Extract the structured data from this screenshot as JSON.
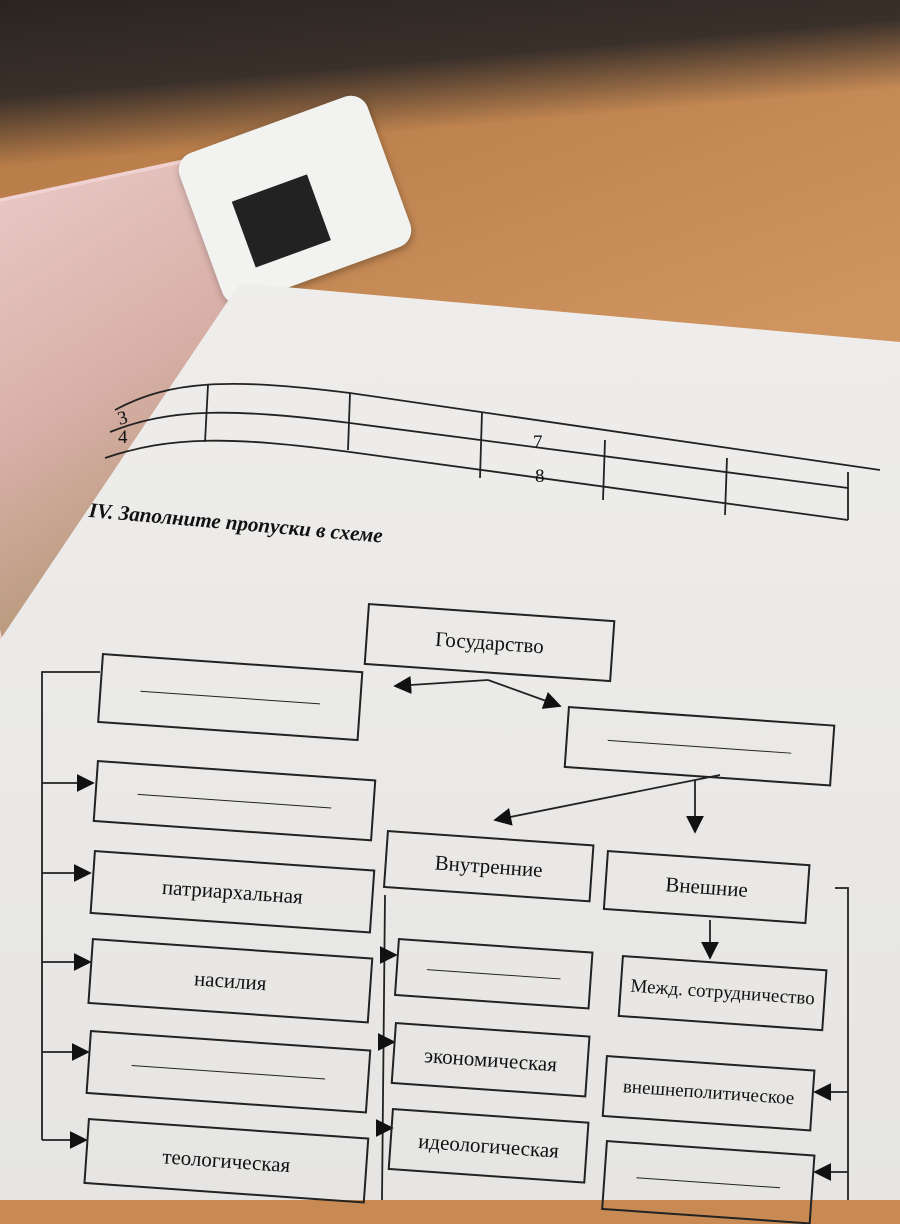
{
  "table": {
    "row_numbers": [
      "3",
      "4"
    ],
    "cell_numbers": [
      "7",
      "8"
    ]
  },
  "task_title": "IV.  Заполните пропуски в схеме",
  "diagram": {
    "root": "Государство",
    "left_top_blank": "",
    "right_top_blank": "",
    "left_column": [
      "",
      "патриархальная",
      "насилия",
      "",
      "теологическая"
    ],
    "internal": {
      "label": "Внутренние",
      "items": [
        "",
        "экономическая",
        "идеологическая"
      ]
    },
    "external": {
      "label": "Внешние",
      "items": [
        "Межд. сотрудничество",
        "внешнеполитическое",
        ""
      ]
    }
  }
}
